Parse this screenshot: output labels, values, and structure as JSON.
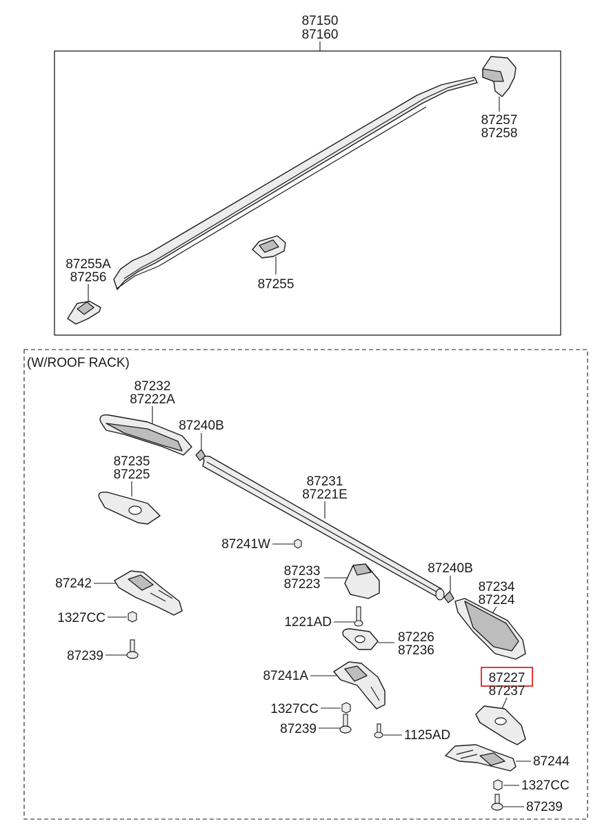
{
  "upper_section": {
    "labels": {
      "rail_a": "87150",
      "rail_b": "87160",
      "end_cap_a": "87257",
      "end_cap_b": "87258",
      "clip_front_a": "87255A",
      "clip_front_b": "87256",
      "clip_mid": "87255"
    }
  },
  "lower_section": {
    "title": "(W/ROOF RACK)",
    "labels": {
      "cover_front_a": "87232",
      "cover_front_b": "87222A",
      "seal_front": "87240B",
      "pad_front_a": "87235",
      "pad_front_b": "87225",
      "bar_a": "87231",
      "bar_b": "87221E",
      "nut_small": "87241W",
      "bracket_front": "87242",
      "nut_front": "1327CC",
      "bolt_front": "87239",
      "cover_mid_a": "87233",
      "cover_mid_b": "87223",
      "seal_rear": "87240B",
      "cover_rear_a": "87234",
      "cover_rear_b": "87224",
      "screw_mid": "1221AD",
      "pad_mid_a": "87226",
      "pad_mid_b": "87236",
      "bracket_mid": "87241A",
      "highlight_a": "87227",
      "highlight_b": "87237",
      "nut_mid": "1327CC",
      "bolt_mid": "87239",
      "screw_mid2": "1125AD",
      "bracket_rear": "87244",
      "nut_rear": "1327CC",
      "bolt_rear": "87239"
    }
  },
  "highlight_color": "#e02020"
}
